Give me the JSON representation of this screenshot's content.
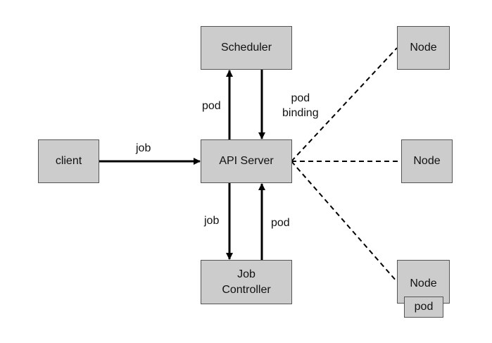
{
  "nodes": {
    "client": "client",
    "api_server": "API Server",
    "scheduler": "Scheduler",
    "job_controller_line1": "Job",
    "job_controller_line2": "Controller",
    "node_top": "Node",
    "node_middle": "Node",
    "node_bottom": "Node",
    "node_bottom_pod": "pod"
  },
  "edges": {
    "client_to_api": "job",
    "api_to_scheduler": "pod",
    "scheduler_to_api_line1": "pod",
    "scheduler_to_api_line2": "binding",
    "api_to_job_controller": "job",
    "job_controller_to_api": "pod"
  },
  "colors": {
    "box_fill": "#cccccc",
    "box_border": "#555555",
    "edge": "#000000"
  }
}
